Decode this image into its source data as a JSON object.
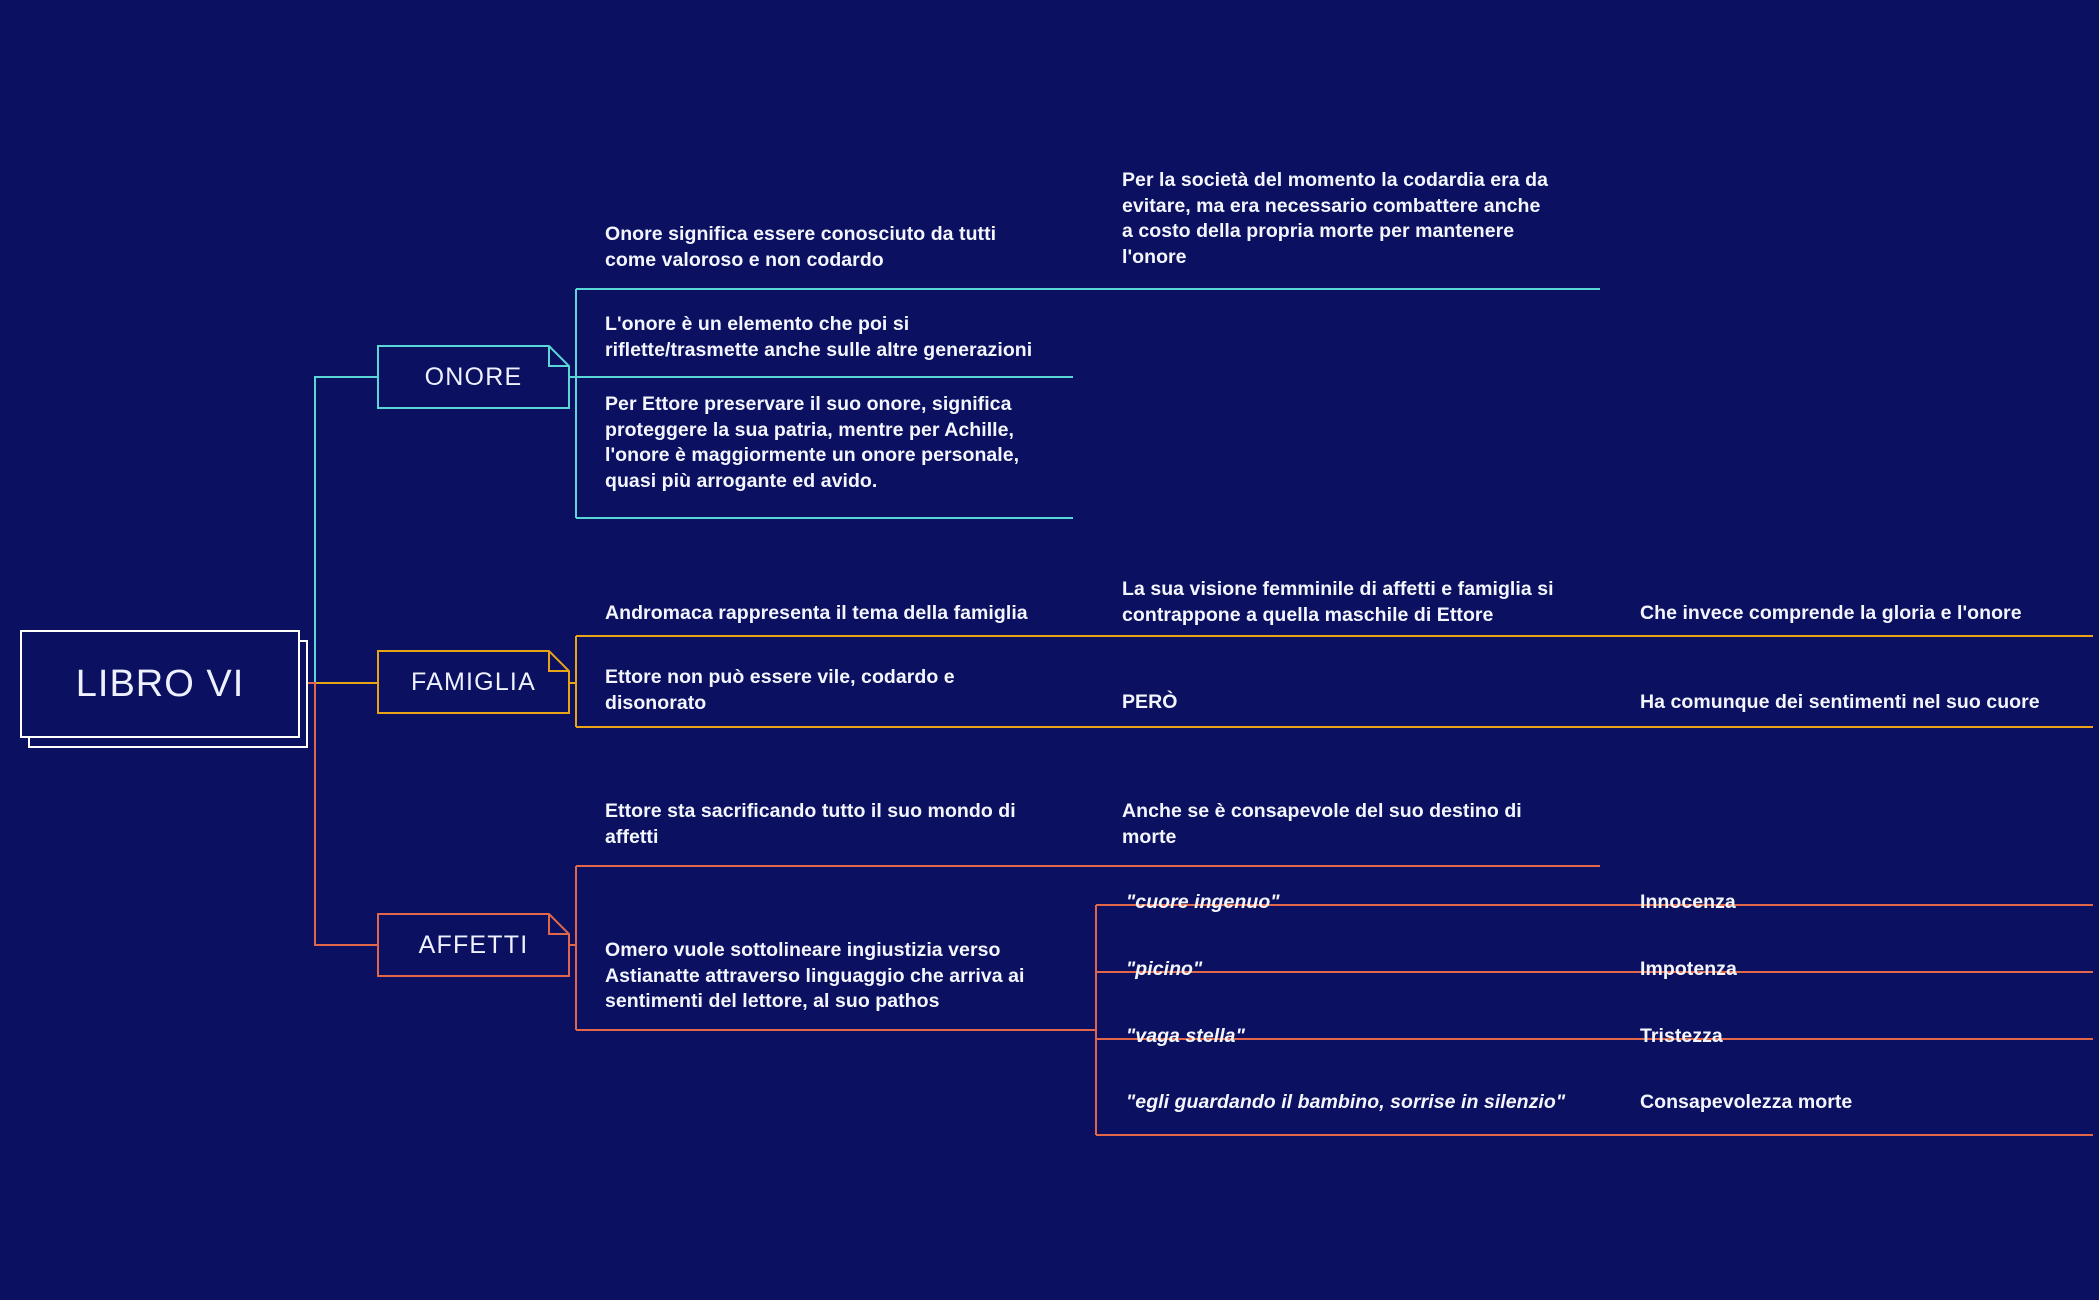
{
  "theme": {
    "background": "#0b1060",
    "root_color": "#ffffff",
    "onore_color": "#5ad6d6",
    "famiglia_color": "#e8a317",
    "affetti_color": "#e2674a",
    "text_color": "#f4f6ff"
  },
  "root": {
    "label": "LIBRO VI"
  },
  "branches": [
    {
      "id": "onore",
      "label": "ONORE",
      "color": "#5ad6d6",
      "items": [
        {
          "text": "Onore significa essere conosciuto da tutti\ncome valoroso e non codardo"
        },
        {
          "text": "Per la società del momento la codardia era da\nevitare, ma era necessario combattere anche\na costo della propria morte per mantenere\nl'onore"
        },
        {
          "text": "L'onore è un elemento che poi si\nriflette/trasmette anche sulle altre generazioni"
        },
        {
          "text": "Per Ettore preservare il suo onore, significa\nproteggere la sua patria, mentre per Achille,\nl'onore è maggiormente un onore personale,\nquasi più arrogante ed avido."
        }
      ]
    },
    {
      "id": "famiglia",
      "label": "FAMIGLIA",
      "color": "#e8a317",
      "items": [
        {
          "text": "Andromaca rappresenta il tema della famiglia"
        },
        {
          "text": "La sua visione femminile di affetti e famiglia si\ncontrappone a quella maschile di Ettore"
        },
        {
          "text": "Che invece comprende la gloria e l'onore"
        },
        {
          "text": "Ettore non può essere vile, codardo e\ndisonorato"
        },
        {
          "text": "PERÒ"
        },
        {
          "text": "Ha comunque dei sentimenti nel suo cuore"
        }
      ]
    },
    {
      "id": "affetti",
      "label": "AFFETTI",
      "color": "#e2674a",
      "items": [
        {
          "text": "Ettore sta sacrificando tutto il suo mondo di\naffetti"
        },
        {
          "text": "Anche se è consapevole del suo destino di\nmorte"
        },
        {
          "text": "Omero vuole sottolineare ingiustizia verso\nAstianatte attraverso linguaggio che arriva ai\nsentimenti del lettore, al suo pathos"
        },
        {
          "text": "\"cuore ingenuo\"",
          "italic": true
        },
        {
          "text": "Innocenza"
        },
        {
          "text": "\"picino\"",
          "italic": true
        },
        {
          "text": "Impotenza"
        },
        {
          "text": "\"vaga stella\"",
          "italic": true
        },
        {
          "text": "Tristezza"
        },
        {
          "text": "\"egli guardando il bambino, sorrise in silenzio\"",
          "italic": true
        },
        {
          "text": "Consapevolezza morte"
        }
      ]
    }
  ]
}
